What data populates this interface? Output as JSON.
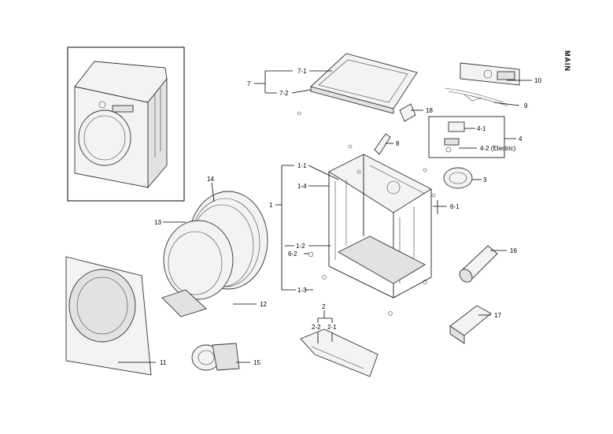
{
  "section_label": "MAIN",
  "callouts": {
    "c7": "7",
    "c7_1": "7-1",
    "c7_2": "7-2",
    "c10": "10",
    "c9": "9",
    "c18": "18",
    "c8": "8",
    "c4": "4",
    "c4_1": "4-1",
    "c4_2": "4-2 (Electric)",
    "c3": "3",
    "c6_1": "6-1",
    "c16": "16",
    "c17": "17",
    "c1": "1",
    "c1_1": "1-1",
    "c1_4": "1-4",
    "c1_2": "1-2",
    "c6_2": "6-2",
    "c1_3": "1-3",
    "c2": "2",
    "c2_2": "2-2",
    "c2_1": "2-1",
    "c14": "14",
    "c13": "13",
    "c12": "12",
    "c11": "11",
    "c15": "15"
  }
}
